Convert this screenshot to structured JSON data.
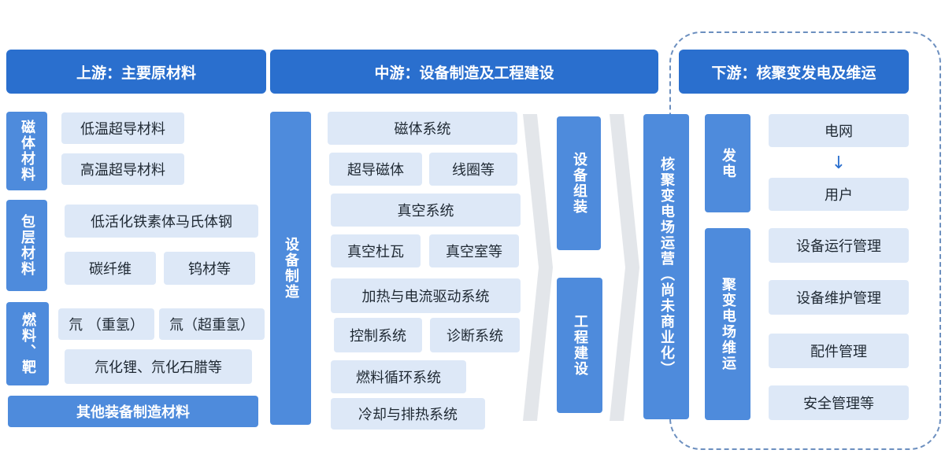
{
  "headers": {
    "upstream": "上游：主要原材料",
    "midstream": "中游：设备制造及工程建设",
    "downstream": "下游：核聚变发电及维运"
  },
  "upstream": {
    "magnet_category": "磁体材料",
    "magnet_items": [
      "低温超导材料",
      "高温超导材料"
    ],
    "blanket_category": "包层材料",
    "blanket_item1": "低活化铁素体马氏体钢",
    "blanket_item2": "碳纤维",
    "blanket_item3": "钨材等",
    "fuel_category": "燃料、靶",
    "fuel_item1": "氘 （重氢）",
    "fuel_item2": "氚（超重氢）",
    "fuel_item3": "氘化锂、氘化石腊等",
    "other_materials": "其他装备制造材料"
  },
  "midstream": {
    "equipment_manufacturing": "设备制造",
    "magnet_system": "磁体系统",
    "superconducting_magnet": "超导磁体",
    "coils": "线圈等",
    "vacuum_system": "真空系统",
    "vacuum_dewar": "真空杜瓦",
    "vacuum_chamber": "真空室等",
    "heating_drive_system": "加热与电流驱动系统",
    "control_system": "控制系统",
    "diagnostic_system": "诊断系统",
    "fuel_cycle_system": "燃料循环系统",
    "cooling_system": "冷却与排热系统",
    "equipment_assembly": "设备组装",
    "engineering_construction": "工程建设"
  },
  "downstream": {
    "plant_operation": "核聚变电场运营（尚未商业化）",
    "power_generation": "发电",
    "grid": "电网",
    "users": "用户",
    "plant_maintenance": "聚变电场维运",
    "equipment_operation": "设备运行管理",
    "equipment_maintenance": "设备维护管理",
    "parts_management": "配件管理",
    "safety_management": "安全管理等"
  },
  "icons": {
    "down_arrow": "down-arrow-icon",
    "flow_chevron": "chevron-right-icon"
  },
  "colors": {
    "header_blue": "#2a6fce",
    "category_blue": "#4e8bdc",
    "item_bg": "#dde8f7"
  }
}
